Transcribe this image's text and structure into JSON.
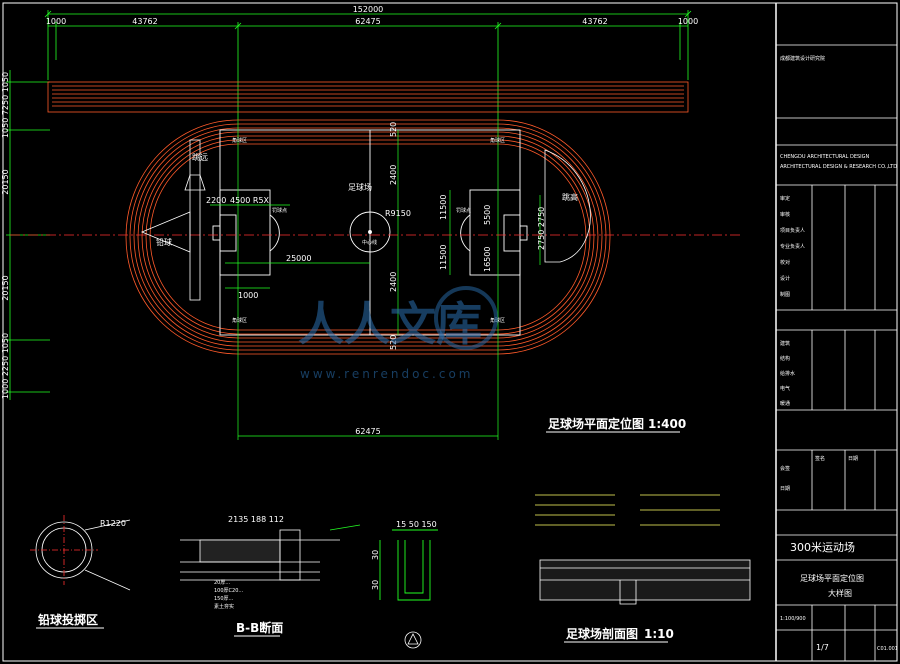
{
  "plan": {
    "title": "足球场平面定位图",
    "scale": "1:400",
    "dim_top_total": "152000",
    "dim_top_left": "43762",
    "dim_top_mid": "62475",
    "dim_top_right": "43762",
    "dim_top_edge_left": "1000",
    "dim_top_edge_right": "1000",
    "dim_bottom": "62475",
    "dim_left_upper": "1050 7250 1050",
    "dim_left_mid1": "20150",
    "dim_left_mid2": "20150",
    "dim_left_lower": "1000 2250 1050",
    "field_label": "足球场",
    "high_jump": "跳远",
    "shot_put": "铅球",
    "discus": "跳高",
    "center_circle": "R9150",
    "center_label": "中心线",
    "dim_2400a": "2400",
    "dim_2400b": "2400",
    "dim_520a": "520",
    "dim_520b": "520",
    "dim_11500a": "11500",
    "dim_11500b": "11500",
    "dim_5500": "5500",
    "dim_16500": "16500",
    "dim_2750": "2750 2750",
    "dim_2200": "2200",
    "dim_4500": "4500 R5X",
    "dim_25000": "25000",
    "dim_1000": "1000",
    "penalty_left": "罚球点",
    "penalty_right": "罚球点",
    "corner_tl": "角球区",
    "corner_bl": "角球区",
    "corner_tr": "角球区",
    "corner_br": "角球区"
  },
  "details": {
    "shot_title": "铅球投掷区",
    "shot_r": "R1220",
    "section_title": "B-B断面",
    "section_dims": "2135 188 112",
    "section_notes": [
      "20厚...",
      "100厚C20...",
      "150厚...",
      "素土夯实"
    ],
    "rail_dims": "15 50 150",
    "rail_side": "30",
    "rail_bottom": "30",
    "field_section_title": "足球场剖面图",
    "field_section_scale": "1:10"
  },
  "watermark": {
    "main": "人人文库",
    "sub": "www.renrendoc.com"
  },
  "title_block": {
    "company_cn": "成都建筑设计研究院",
    "company_en1": "CHENGDU ARCHITECTURAL DESIGN",
    "company_en2": "ARCHITECTURAL DESIGN & RESEARCH CO.,LTD",
    "project": "300米运动场",
    "drawing_name": "足球场平面定位图",
    "drawing_sub": "大样图",
    "drawing_no": "C01.001",
    "scale_val": "1:100/900",
    "sheet": "1/7",
    "rows_a": [
      "审定",
      "审核",
      "项目负责人",
      "专业负责人",
      "校对",
      "设计",
      "制图"
    ],
    "rows_b": [
      "建筑",
      "结构",
      "给排水",
      "电气",
      "暖通"
    ],
    "rows_c": [
      "会签",
      "日期"
    ],
    "sign_label": "签名",
    "date_label": "日期"
  }
}
